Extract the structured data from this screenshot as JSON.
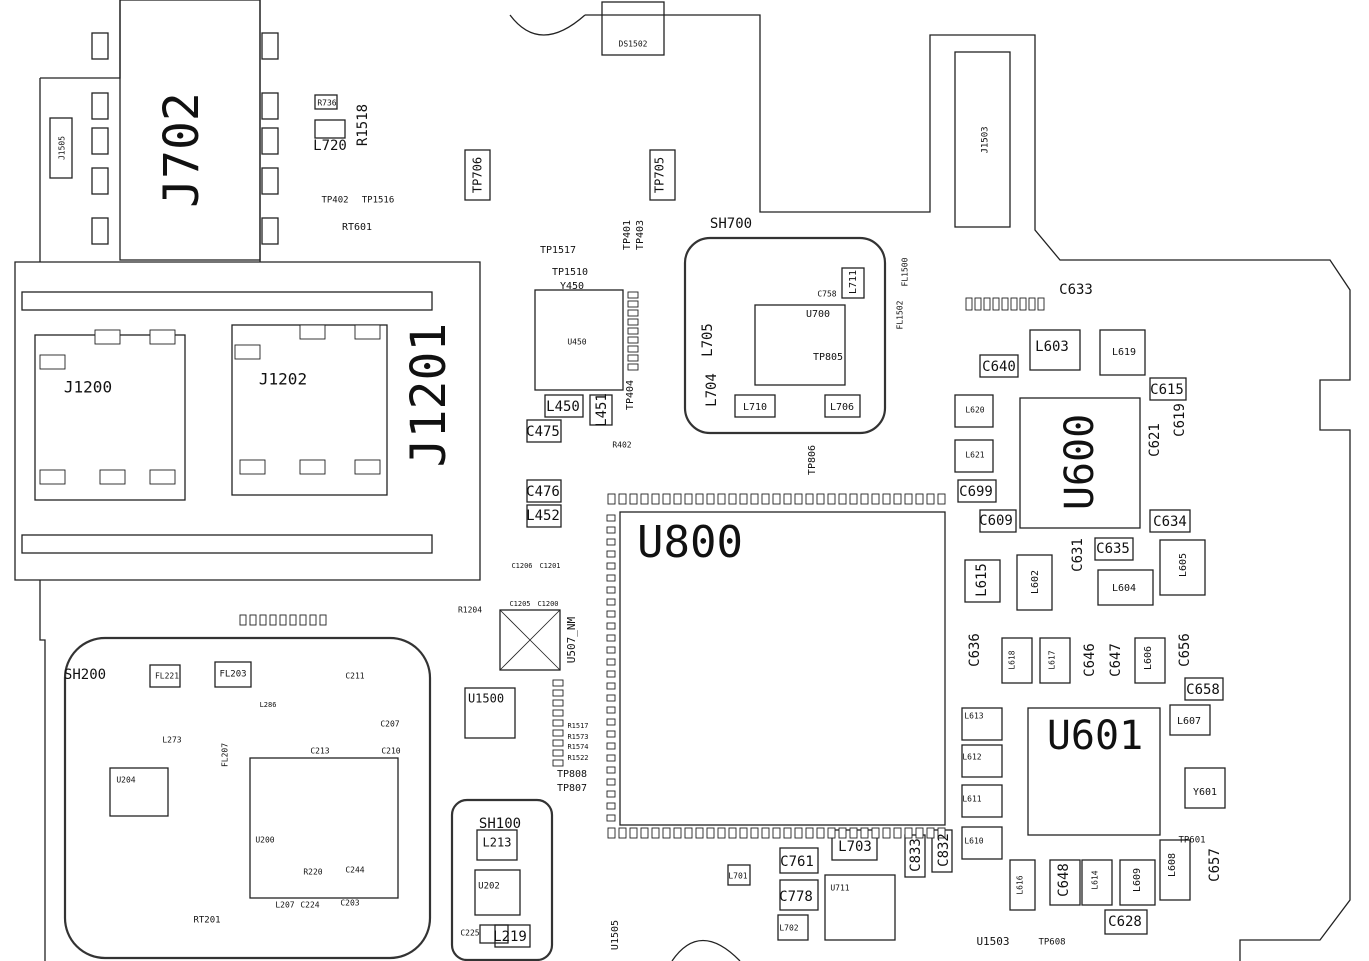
{
  "diagram": {
    "type": "pcb-silkscreen-layout",
    "labels": [
      "J702",
      "J1201",
      "J1200",
      "J1202",
      "U800",
      "U600",
      "U601",
      "SH700",
      "SH200",
      "SH100",
      "DS1502",
      "J1503",
      "J1505",
      "TP706",
      "TP705",
      "L720",
      "R1518",
      "RT601",
      "TP402",
      "TP1516",
      "R736",
      "TP1517",
      "TP1510",
      "Y450",
      "U450",
      "L450",
      "L451",
      "C475",
      "C476",
      "L452",
      "TP401",
      "TP403",
      "TP404",
      "R402",
      "U507_NM",
      "U1500",
      "TP808",
      "TP807",
      "TP806",
      "U700",
      "TP805",
      "L705",
      "L704",
      "L710",
      "L706",
      "L711",
      "FL1500",
      "FL1502",
      "C758",
      "C633",
      "L603",
      "L619",
      "C640",
      "C615",
      "L620",
      "L621",
      "C699",
      "C609",
      "C621",
      "C619",
      "C634",
      "C635",
      "C631",
      "L615",
      "L602",
      "L604",
      "L605",
      "C636",
      "L618",
      "L617",
      "C646",
      "C647",
      "L606",
      "C656",
      "C658",
      "L607",
      "Y601",
      "C657",
      "C628",
      "L609",
      "L608",
      "C648",
      "L614",
      "L616",
      "L613",
      "L612",
      "L611",
      "L610",
      "U1503",
      "TP608",
      "TP601",
      "L703",
      "C761",
      "C778",
      "U711",
      "L702",
      "L701",
      "C833",
      "C832",
      "U1505",
      "FL221",
      "FL203",
      "FL207",
      "U204",
      "U200",
      "L273",
      "RT201",
      "L213",
      "U202",
      "L219",
      "C225",
      "L286",
      "C211",
      "C207",
      "C210",
      "C213",
      "R220",
      "C203",
      "L207",
      "C224",
      "C244",
      "R1204",
      "C1206",
      "C1201",
      "C1205",
      "C1200",
      "R1517",
      "R1573",
      "R1574",
      "R1522"
    ]
  }
}
